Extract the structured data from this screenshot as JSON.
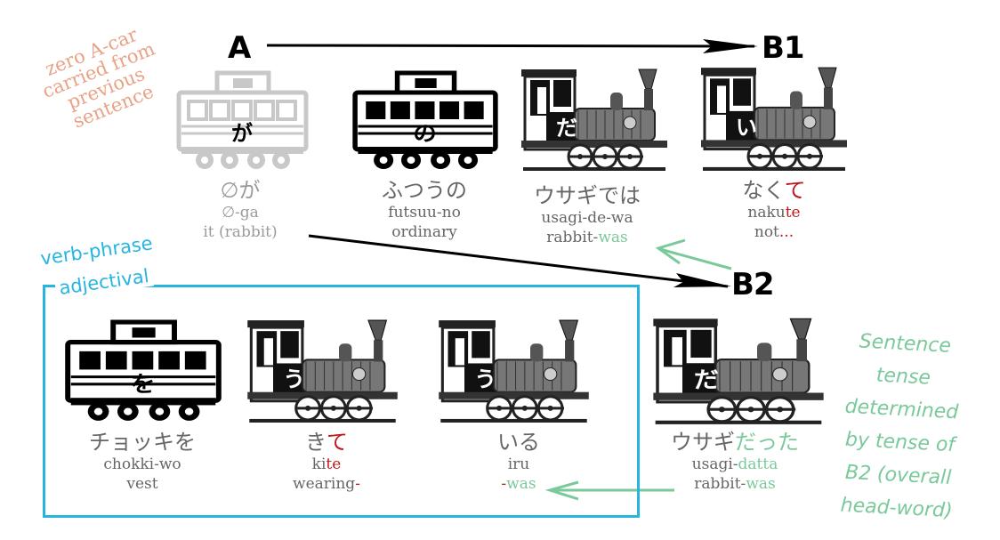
{
  "markers": {
    "a": "A",
    "b1": "B1",
    "b2": "B2"
  },
  "notes": {
    "zero_car": [
      "zero A-car",
      "carried from",
      "previous",
      "sentence"
    ],
    "verb_phrase": [
      "verb-phrase",
      "adjectival"
    ],
    "tense": [
      "Sentence",
      "tense",
      "determined",
      "by tense of",
      "B2 (overall",
      "head-word)"
    ]
  },
  "cars": [
    {
      "plate": "が",
      "kana": "∅が",
      "romaji": "∅-ga",
      "gloss": "it (rabbit)"
    },
    {
      "plate": "の",
      "kana": "ふつうの",
      "romaji": "futsuu-no",
      "gloss": "ordinary"
    },
    {
      "plate": "だ",
      "kana": "ウサギでは",
      "romaji": "usagi-de-wa",
      "gloss_a": "rabbit-",
      "gloss_b": "was"
    },
    {
      "plate": "い",
      "kana_a": "なく",
      "kana_b": "て",
      "romaji_a": "naku",
      "romaji_b": "te",
      "gloss_a": "not",
      "gloss_b": "..."
    },
    {
      "plate": "を",
      "kana": "チョッキを",
      "romaji": "chokki-wo",
      "gloss": "vest"
    },
    {
      "plate": "う",
      "kana_a": "き",
      "kana_b": "て",
      "romaji_a": "ki",
      "romaji_b": "te",
      "gloss_a": "wearing",
      "gloss_b": "-"
    },
    {
      "plate": "う",
      "kana": "いる",
      "romaji": "iru",
      "gloss_a": "-",
      "gloss_b": "was"
    },
    {
      "plate": "だ",
      "kana_a": "ウサギ",
      "kana_b": "だった",
      "romaji_a": "usagi-",
      "romaji_b": "datta",
      "gloss_a": "rabbit-",
      "gloss_b": "was"
    }
  ],
  "colors": {
    "red": "#c0161c",
    "green": "#7ac99a",
    "blue": "#27b5e0",
    "orange": "#e9a285"
  }
}
